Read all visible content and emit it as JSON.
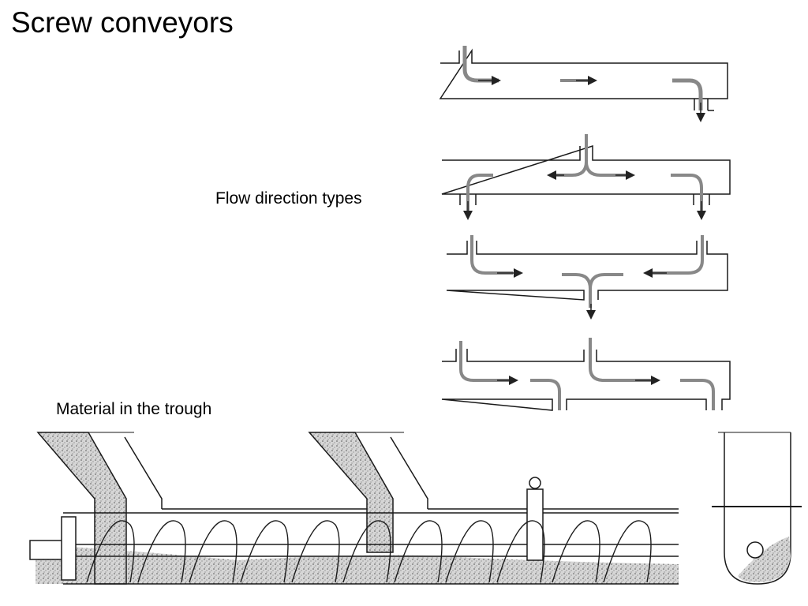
{
  "slide": {
    "title": "Screw conveyors",
    "flow_label": "Flow direction types",
    "trough_label": "Material in the trough"
  },
  "colors": {
    "line": "#1a1a1a",
    "material": "#c9c9c9",
    "arrow": "#333333"
  }
}
